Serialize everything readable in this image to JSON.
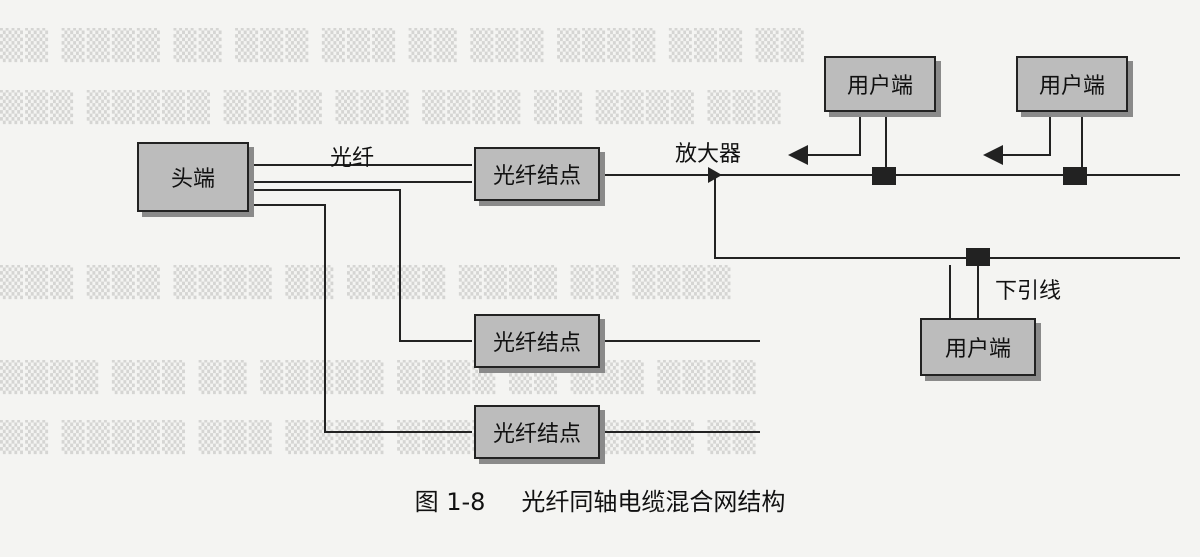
{
  "diagram": {
    "head_end": "头端",
    "fiber_label": "光纤",
    "fiber_nodes": [
      "光纤结点",
      "光纤结点",
      "光纤结点"
    ],
    "amplifier_label": "放大器",
    "drop_line_label": "下引线",
    "user_ends": [
      "用户端",
      "用户端",
      "用户端"
    ]
  },
  "caption": {
    "number": "图 1-8",
    "title": "光纤同轴电缆混合网结构"
  },
  "colors": {
    "box_fill": "#bcbcbc",
    "line": "#222222",
    "tap": "#222222",
    "background": "#f4f4f2"
  }
}
